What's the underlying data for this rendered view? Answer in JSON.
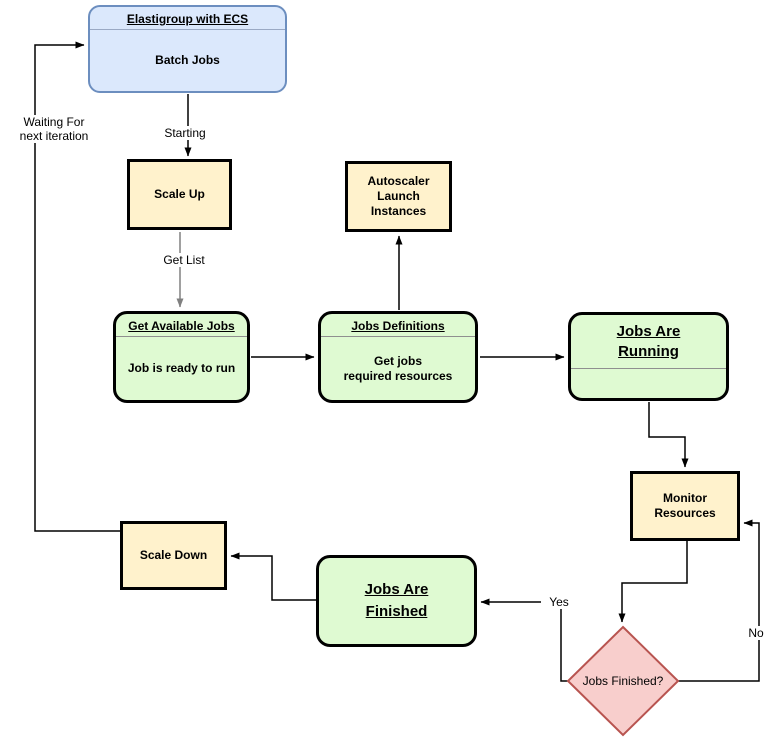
{
  "diagram": {
    "nodes": {
      "elastigroup": {
        "title": "Elastigroup with ECS",
        "body": "Batch Jobs",
        "fill": "#dbe8fc",
        "border": "#6c8ebf"
      },
      "scale_up": {
        "label": "Scale Up",
        "fill": "#fff2cc",
        "border": "#000000"
      },
      "autoscaler": {
        "label": "Autoscaler\nLaunch\nInstances",
        "fill": "#fff2cc",
        "border": "#000000"
      },
      "get_available_jobs": {
        "title": "Get Available Jobs",
        "body": "Job is ready to run",
        "fill": "#dffad2",
        "border": "#000000"
      },
      "jobs_definitions": {
        "title": "Jobs Definitions",
        "body": "Get jobs\nrequired resources",
        "fill": "#dffad2",
        "border": "#000000"
      },
      "jobs_are_running": {
        "title": "Jobs Are\nRunning",
        "fill": "#dffad2",
        "border": "#000000"
      },
      "monitor_resources": {
        "label": "Monitor\nResources",
        "fill": "#fff2cc",
        "border": "#000000"
      },
      "jobs_finished_decision": {
        "label": "Jobs Finished?",
        "fill": "#f8cecc",
        "border": "#b85450"
      },
      "jobs_are_finished": {
        "title": "Jobs Are\nFinished",
        "fill": "#dffad2",
        "border": "#000000"
      },
      "scale_down": {
        "label": "Scale Down",
        "fill": "#fff2cc",
        "border": "#000000"
      }
    },
    "edge_labels": {
      "starting": "Starting",
      "get_list": "Get List",
      "yes": "Yes",
      "no": "No",
      "waiting": "Waiting For\nnext iteration"
    },
    "edge_colors": {
      "default": "#000000",
      "get_list_connector": "#808080"
    }
  }
}
